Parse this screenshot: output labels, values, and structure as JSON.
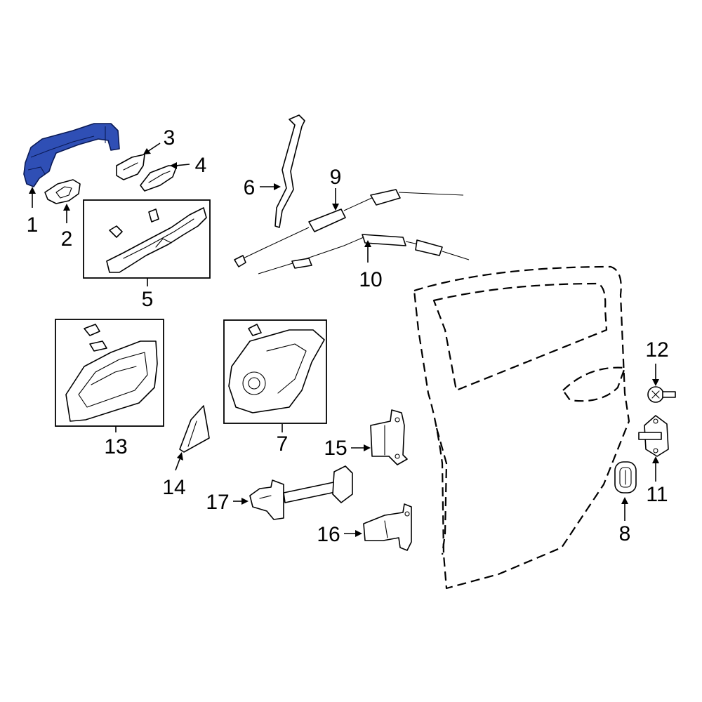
{
  "diagram": {
    "highlight_color": "#2f4fb5",
    "callouts": [
      {
        "id": "c1",
        "label": "1"
      },
      {
        "id": "c2",
        "label": "2"
      },
      {
        "id": "c3",
        "label": "3"
      },
      {
        "id": "c4",
        "label": "4"
      },
      {
        "id": "c5",
        "label": "5"
      },
      {
        "id": "c6",
        "label": "6"
      },
      {
        "id": "c7",
        "label": "7"
      },
      {
        "id": "c8",
        "label": "8"
      },
      {
        "id": "c9",
        "label": "9"
      },
      {
        "id": "c10",
        "label": "10"
      },
      {
        "id": "c11",
        "label": "11"
      },
      {
        "id": "c12",
        "label": "12"
      },
      {
        "id": "c13",
        "label": "13"
      },
      {
        "id": "c14",
        "label": "14"
      },
      {
        "id": "c15",
        "label": "15"
      },
      {
        "id": "c16",
        "label": "16"
      },
      {
        "id": "c17",
        "label": "17"
      }
    ]
  }
}
